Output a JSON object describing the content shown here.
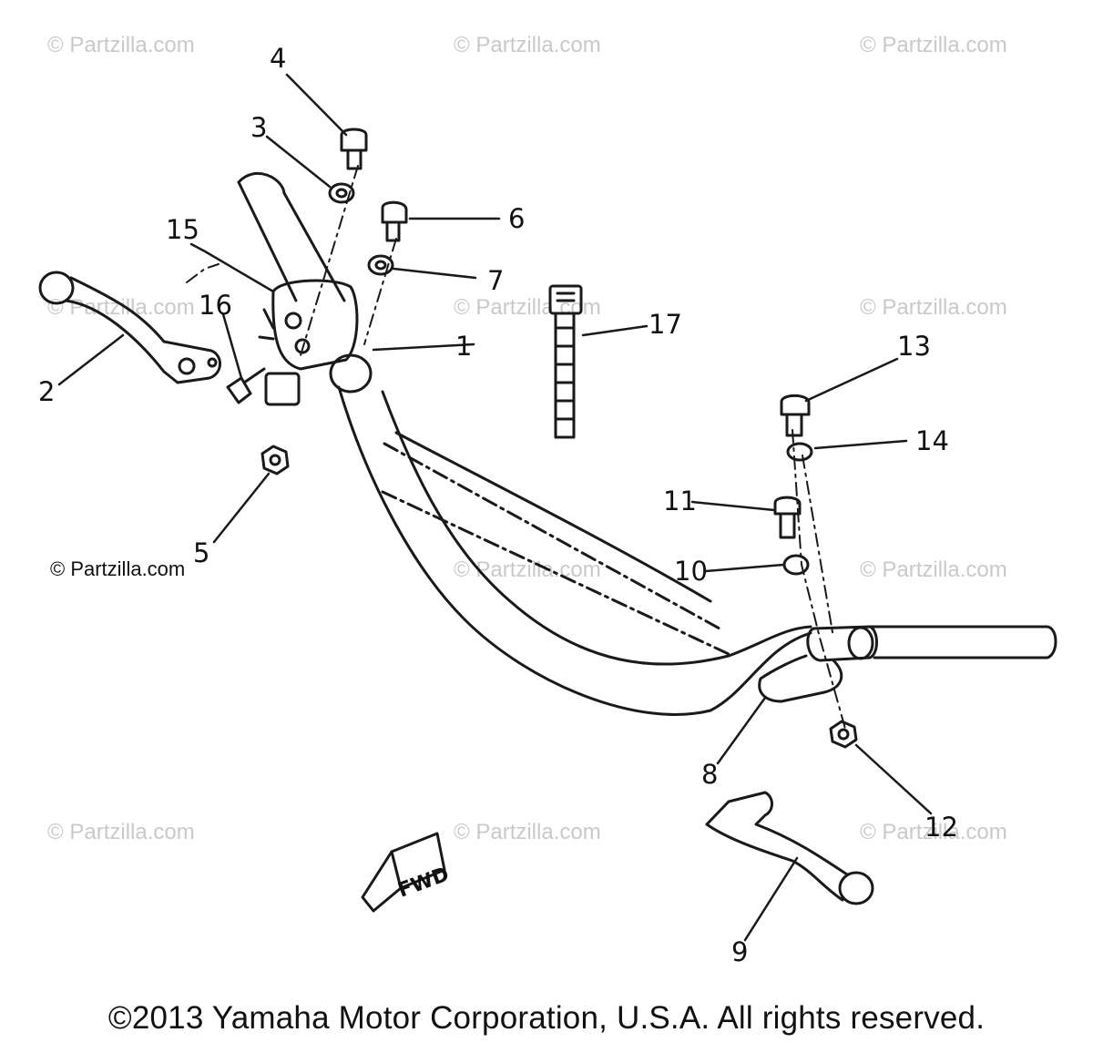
{
  "watermark_text": "© Partzilla.com",
  "watermark_prominent": "© Partzilla.com",
  "copyright": "©2013 Yamaha Motor Corporation, U.S.A. All rights reserved.",
  "fwd_label": "FWD",
  "callouts": {
    "c1": "1",
    "c2": "2",
    "c3": "3",
    "c4": "4",
    "c5": "5",
    "c6": "6",
    "c7": "7",
    "c8": "8",
    "c9": "9",
    "c10": "10",
    "c11": "11",
    "c12": "12",
    "c13": "13",
    "c14": "14",
    "c15": "15",
    "c16": "16",
    "c17": "17"
  }
}
